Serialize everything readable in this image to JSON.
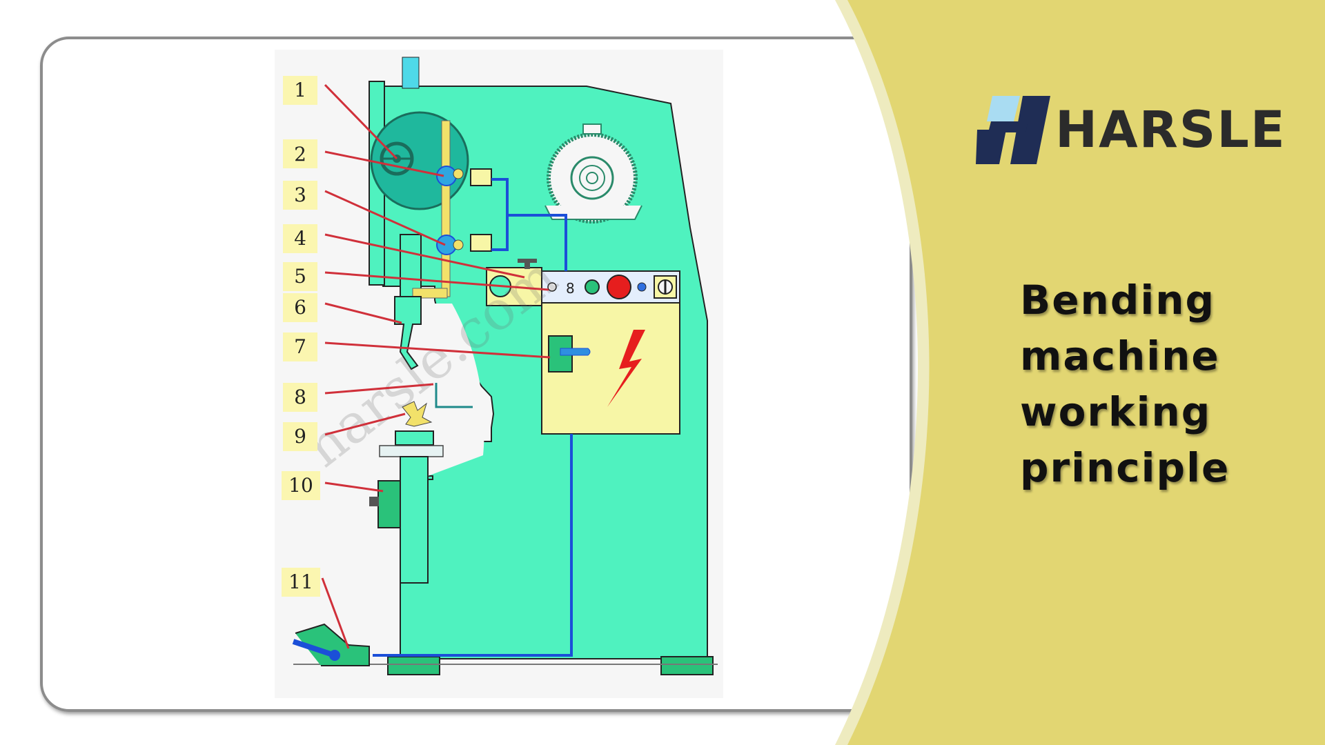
{
  "brand": {
    "name": "HARSLE",
    "colors": {
      "panel": "#e2d672",
      "logo_dark": "#1f2d55",
      "logo_light": "#a9dcf2"
    }
  },
  "title": {
    "lines": [
      "Bending",
      "machine",
      "working",
      "principle"
    ]
  },
  "diagram": {
    "callouts": [
      "1",
      "2",
      "3",
      "4",
      "5",
      "6",
      "7",
      "8",
      "9",
      "10",
      "11"
    ],
    "watermark": "harsle.com",
    "colors": {
      "frame": "#4ff2bf",
      "box": "#f7f6a6",
      "wire": "#1b4fd8",
      "leader": "#d0303a",
      "label_bg": "#fbf6b0"
    }
  }
}
